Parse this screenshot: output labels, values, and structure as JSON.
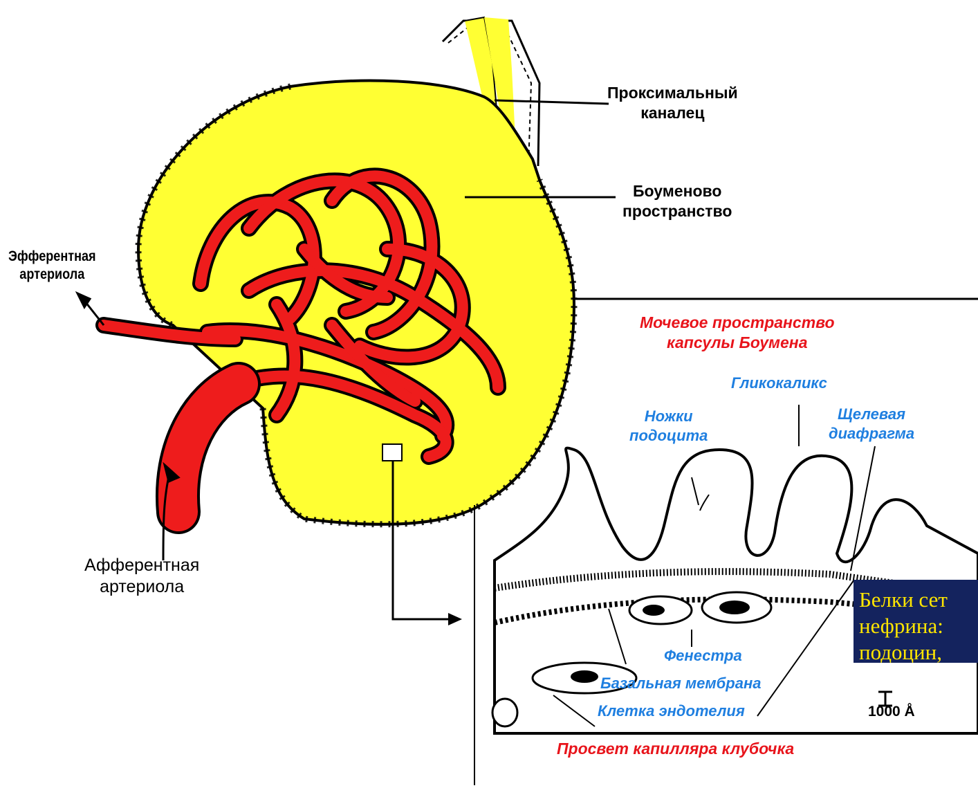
{
  "labels": {
    "proximal_tubule": [
      "Проксимальный",
      "каналец"
    ],
    "bowman_space": [
      "Боуменово",
      "пространство"
    ],
    "efferent_arteriole": [
      "Эфферентная",
      "артериола"
    ],
    "afferent_arteriole": [
      "Афферентная",
      "артериола"
    ],
    "urinary_space": [
      "Мочевое  пространство",
      "капсулы Боумена"
    ],
    "glycocalyx": "Гликокаликс",
    "podocyte_feet": [
      "Ножки",
      "подоцита"
    ],
    "slit_diaphragm": [
      "Щелевая",
      "диафрагма"
    ],
    "fenestra": "Фенестра",
    "basement_membrane": "Базальная мембрана",
    "endothelial_cell": "Клетка эндотелия",
    "capillary_lumen": "Просвет  капилляра  клубочка",
    "scale_bar": "1000 Å"
  },
  "info_box": {
    "lines": [
      "Белки сет",
      "нефрина:",
      "подоцин,"
    ]
  },
  "colors": {
    "capsule_fill": "#ffff33",
    "capillary": "#ee1c1c",
    "label_red": "#e8141b",
    "label_blue": "#1f7fe0",
    "box_bg": "#14235e",
    "box_text": "#ffe600"
  }
}
